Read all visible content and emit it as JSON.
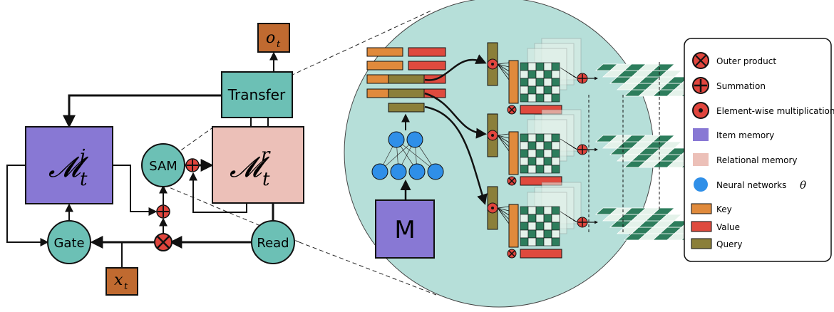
{
  "left": {
    "item_memory": {
      "symbol": "𝓜",
      "sup": "i",
      "sub": "t"
    },
    "relational_memory": {
      "symbol": "𝓜",
      "sup": "r",
      "sub": "t"
    },
    "sam_label": "SAM",
    "transfer_label": "Transfer",
    "gate_label": "Gate",
    "read_label": "Read",
    "output": {
      "base": "o",
      "sub": "t"
    },
    "input": {
      "base": "x",
      "sub": "t"
    }
  },
  "zoom": {
    "memory_label": "M"
  },
  "legend": {
    "items": [
      {
        "icon": "outer-product-icon",
        "label": "Outer product"
      },
      {
        "icon": "summation-icon",
        "label": "Summation"
      },
      {
        "icon": "elementwise-multiplication-icon",
        "label": "Element-wise multiplication"
      },
      {
        "icon": "item-memory-swatch",
        "label": "Item memory"
      },
      {
        "icon": "relational-memory-swatch",
        "label": "Relational memory"
      },
      {
        "icon": "neural-network-node-icon",
        "label": "Neural networks",
        "symbol": "θ"
      },
      {
        "icon": "key-swatch",
        "label": "Key"
      },
      {
        "icon": "value-swatch",
        "label": "Value"
      },
      {
        "icon": "query-swatch",
        "label": "Query"
      }
    ]
  },
  "colors": {
    "teal": "#6cc0b5",
    "circle_bg": "#b6dfd9",
    "item_memory": "#8878d4",
    "relational_memory": "#ecc0b8",
    "io_box": "#c06a30",
    "key": "#e08a3c",
    "value": "#df4a3e",
    "query": "#8b7f3a",
    "operator": "#e0453d",
    "neural": "#2f8fe8",
    "grid_dark": "#2d7d5c",
    "grid_light": "#e4f2ea"
  }
}
